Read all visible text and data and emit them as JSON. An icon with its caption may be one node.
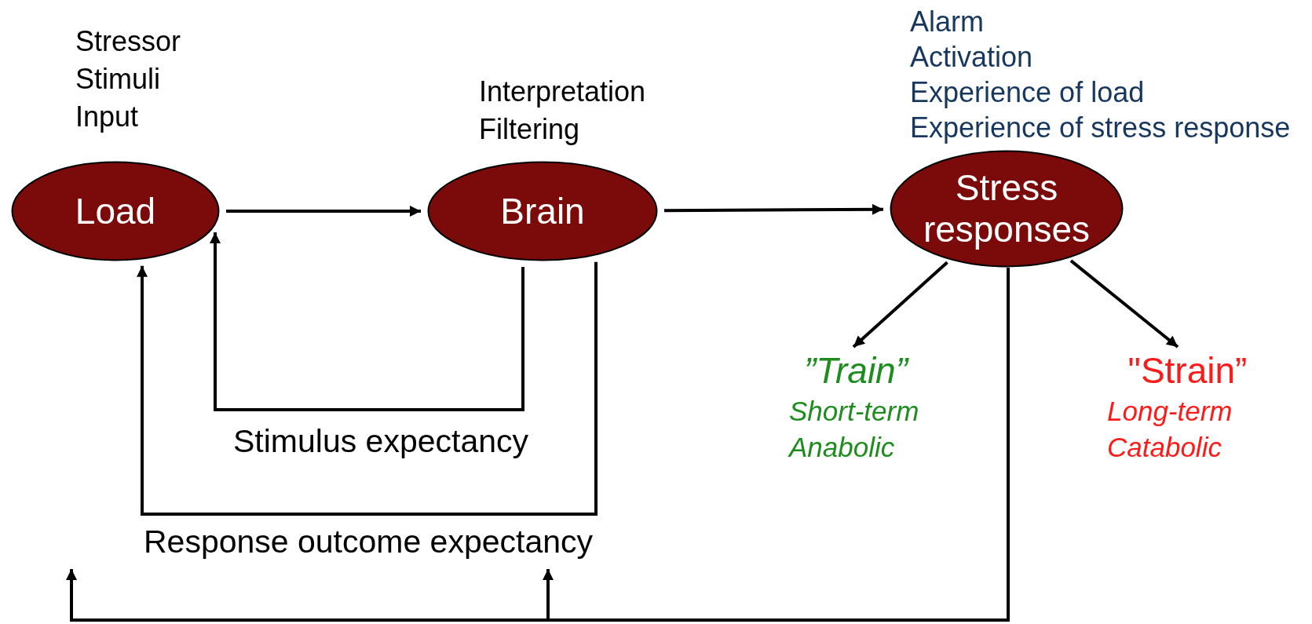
{
  "diagram": {
    "nodes": [
      {
        "text": [
          "Load"
        ],
        "beside": [
          "Stressor",
          "Stimuli",
          "Input"
        ]
      },
      {
        "text": [
          "Brain"
        ],
        "beside": [
          "Interpretation",
          "Filtering"
        ]
      },
      {
        "text": [
          "Stress responses"
        ],
        "beside": [
          "Alarm",
          "Activation",
          "Experience of load",
          "Experience of stress response"
        ]
      },
      {
        "text": [
          "”Train”",
          "Short-term Anabolic"
        ]
      },
      {
        "text": [
          "\"Strain”",
          "Long-term Catabolic"
        ]
      }
    ],
    "edges": [
      {
        "from": 0,
        "to": 1,
        "arrow": "to"
      },
      {
        "from": 1,
        "to": 2,
        "arrow": "to"
      },
      {
        "from": 2,
        "to": 3,
        "arrow": "to"
      },
      {
        "from": 2,
        "to": 4,
        "arrow": "to"
      },
      {
        "from": 1,
        "to": 0,
        "arrow": "to",
        "label": "Stimulus expectancy"
      },
      {
        "from": 1,
        "to": 0,
        "arrow": "to",
        "label": "Response outcome expectancy"
      },
      {
        "from": 2,
        "to": null,
        "arrow": "to"
      },
      {
        "from": 2,
        "to": null,
        "arrow": "to"
      }
    ]
  }
}
